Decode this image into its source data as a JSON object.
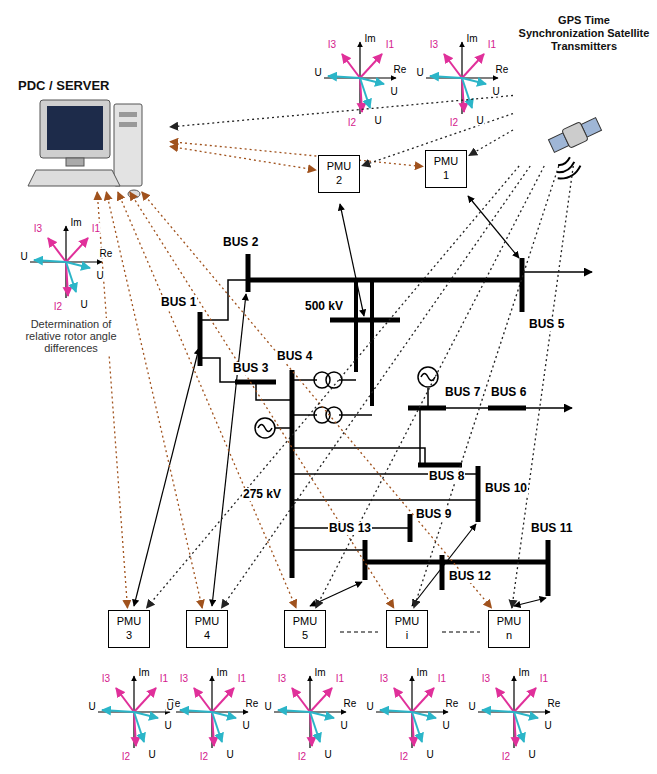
{
  "diagram": {
    "nodes": [
      {
        "text": [
          "PDC / SERVER"
        ]
      },
      {
        "text": [
          "GPS Time Synchronization Satellite Transmitters"
        ]
      },
      {
        "text": [
          "PMU 2"
        ]
      },
      {
        "text": [
          "PMU 1"
        ]
      },
      {
        "text": [
          "PMU 3"
        ]
      },
      {
        "text": [
          "PMU 4"
        ]
      },
      {
        "text": [
          "PMU 5"
        ]
      },
      {
        "text": [
          "PMU i"
        ]
      },
      {
        "text": [
          "PMU n"
        ]
      }
    ],
    "edges": [
      {
        "from": 0,
        "to": 2,
        "arrow": "both"
      },
      {
        "from": 0,
        "to": 3,
        "arrow": "both"
      },
      {
        "from": 0,
        "to": 4,
        "arrow": "both"
      },
      {
        "from": 0,
        "to": 5,
        "arrow": "both"
      },
      {
        "from": 0,
        "to": 6,
        "arrow": "both"
      },
      {
        "from": 0,
        "to": 7,
        "arrow": "both"
      },
      {
        "from": 0,
        "to": 8,
        "arrow": "both"
      },
      {
        "from": 1,
        "to": 0,
        "arrow": "to"
      },
      {
        "from": 1,
        "to": 2,
        "arrow": "to"
      },
      {
        "from": 1,
        "to": 3,
        "arrow": "to"
      },
      {
        "from": 1,
        "to": 4,
        "arrow": "to"
      },
      {
        "from": 1,
        "to": 5,
        "arrow": "to"
      },
      {
        "from": 1,
        "to": 6,
        "arrow": "to"
      },
      {
        "from": 1,
        "to": 7,
        "arrow": "to"
      },
      {
        "from": 1,
        "to": 8,
        "arrow": "to"
      }
    ],
    "labels": [
      "Im",
      "Re",
      "I3",
      "I1",
      "U",
      "U",
      "U",
      "I2",
      "Im",
      "Re",
      "I3",
      "I1",
      "U",
      "U",
      "U",
      "I2",
      "Im",
      "Re",
      "I3",
      "I1",
      "U",
      "U",
      "U",
      "I2",
      "Im",
      "Re",
      "I3",
      "I1",
      "U",
      "U",
      "U",
      "I2",
      "Im",
      "Re",
      "I3",
      "I1",
      "U",
      "U",
      "U",
      "I2",
      "Im",
      "Re",
      "I3",
      "I1",
      "U",
      "U",
      "U",
      "I2",
      "Im",
      "Re",
      "I3",
      "I1",
      "U",
      "U",
      "U",
      "I2",
      "Im",
      "Re",
      "I3",
      "I1",
      "U",
      "U",
      "U",
      "I2",
      "BUS 1",
      "BUS 2",
      "BUS 3",
      "BUS 4",
      "BUS 5",
      "BUS 6",
      "BUS 7",
      "BUS 8",
      "BUS 9",
      "BUS 10",
      "BUS 11",
      "BUS 12",
      "BUS 13",
      "500 kV",
      "275 kV",
      "Determination of relative rotor angle differences"
    ]
  }
}
